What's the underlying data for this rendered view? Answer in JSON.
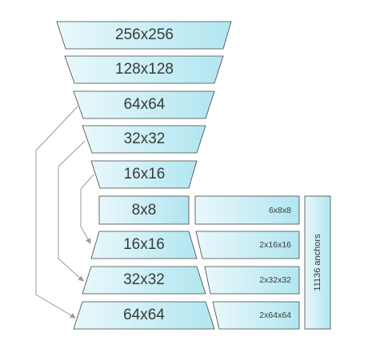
{
  "pyramid": {
    "down_levels": [
      "256x256",
      "128x128",
      "64x64",
      "32x32",
      "16x16"
    ],
    "bottleneck": "8x8",
    "up_levels": [
      "16x16",
      "32x32",
      "64x64"
    ]
  },
  "heads": [
    "6x8x8",
    "2x16x16",
    "2x32x32",
    "2x64x64"
  ],
  "total": "11136 anchors",
  "colors": {
    "fill_light": "#e8f8fb",
    "fill_dark": "#b2e6f0",
    "stroke": "#444444",
    "arrow": "#9a9a9a"
  }
}
